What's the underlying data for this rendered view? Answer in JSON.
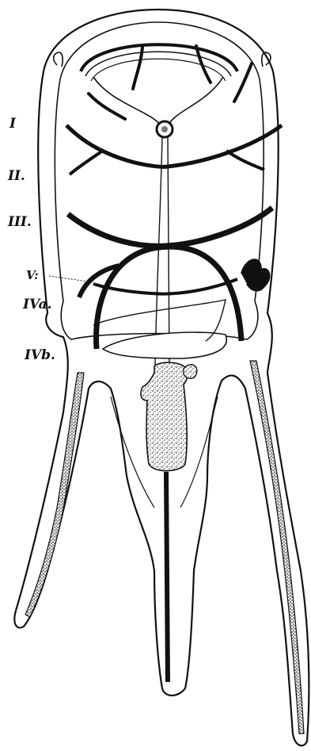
{
  "labels": {
    "I": "I",
    "II": "II.",
    "III": "III.",
    "V": "V:",
    "IVa": "IVa.",
    "IVb": "IVb."
  },
  "colors": {
    "ink": "#111111",
    "paper": "#ffffff"
  }
}
